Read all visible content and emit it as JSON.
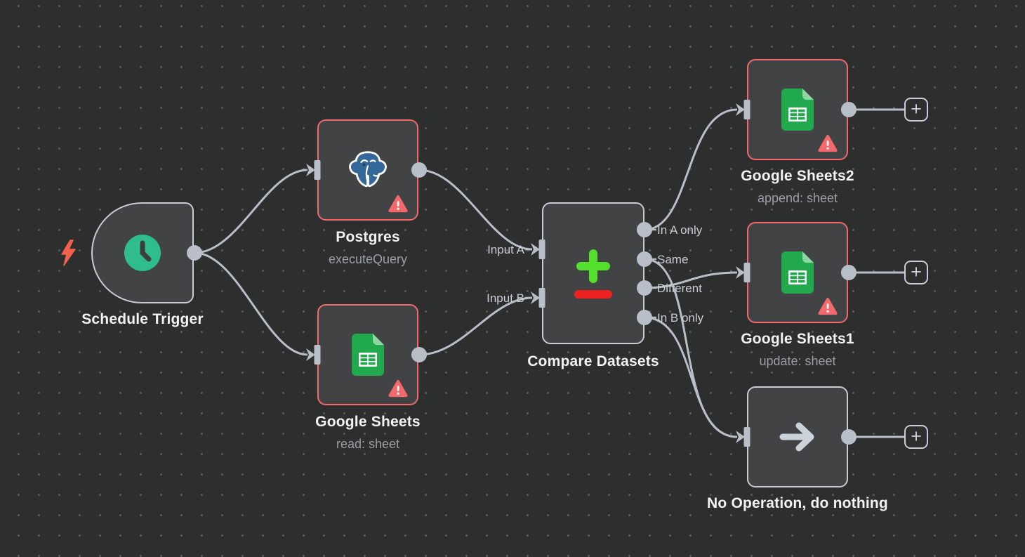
{
  "canvas": {
    "background_color": "#2d2e2e",
    "grid_dot_color": "#5a5b5c",
    "connector_color": "#b9bfc9",
    "node_fill": "#414344",
    "node_border": "#c8cdd5",
    "error_border": "#f4696b",
    "title_color": "#f2f3f4",
    "subtitle_color": "#9aa0a6"
  },
  "nodes": {
    "schedule_trigger": {
      "label": "Schedule Trigger",
      "icon": "clock-icon",
      "icon_color": "#2fbc8f",
      "trigger_bolt_color": "#f2604e",
      "has_error": false
    },
    "postgres": {
      "label": "Postgres",
      "subtitle": "executeQuery",
      "icon": "postgresql-elephant-icon",
      "icon_color": "#35689a",
      "has_error": true
    },
    "google_sheets": {
      "label": "Google Sheets",
      "subtitle": "read: sheet",
      "icon": "google-sheets-icon",
      "icon_color": "#21a94d",
      "has_error": true
    },
    "compare_datasets": {
      "label": "Compare Datasets",
      "icon": "plus-minus-icon",
      "plus_color": "#53df2c",
      "minus_color": "#ee2020",
      "inputs": [
        {
          "label": "Input A"
        },
        {
          "label": "Input B"
        }
      ],
      "outputs": [
        {
          "label": "In A only"
        },
        {
          "label": "Same"
        },
        {
          "label": "Different"
        },
        {
          "label": "In B only"
        }
      ],
      "has_error": false
    },
    "google_sheets2": {
      "label": "Google Sheets2",
      "subtitle": "append: sheet",
      "icon": "google-sheets-icon",
      "icon_color": "#21a94d",
      "has_error": true
    },
    "google_sheets1": {
      "label": "Google Sheets1",
      "subtitle": "update: sheet",
      "icon": "google-sheets-icon",
      "icon_color": "#21a94d",
      "has_error": true
    },
    "no_operation": {
      "label": "No Operation, do nothing",
      "icon": "arrow-right-icon",
      "has_error": false
    }
  },
  "add_button": {
    "label": "+"
  }
}
